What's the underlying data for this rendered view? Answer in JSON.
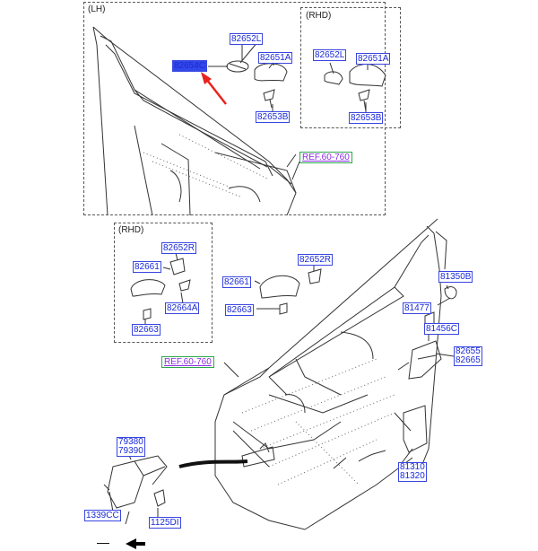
{
  "regions": {
    "lh": "(LH)",
    "rhd_top": "(RHD)",
    "rhd_left": "(RHD)"
  },
  "parts": {
    "p82652L_a": "82652L",
    "p82654C": "82654C",
    "p82651A_a": "82651A",
    "p82653B_a": "82653B",
    "p82652L_b": "82652L",
    "p82651A_b": "82651A",
    "p82653B_b": "82653B",
    "p82652R_a": "82652R",
    "p82661_a": "82661",
    "p82664A": "82664A",
    "p82663_a": "82663",
    "p82652R_b": "82652R",
    "p82661_b": "82661",
    "p82663_b": "82663",
    "p81350B": "81350B",
    "p81477": "81477",
    "p81456C": "81456C",
    "p82655": "82655",
    "p82665": "82665",
    "p79380": "79380",
    "p79390": "79390",
    "p81310": "81310",
    "p81320": "81320",
    "p1339CC": "1339CC",
    "p1125DI": "1125DI"
  },
  "refs": {
    "ref_top": "REF.60-760",
    "ref_mid": "REF.60-760"
  },
  "footer": {
    "symbol": "—"
  },
  "colors": {
    "part_text": "#1a2ad8",
    "part_border": "#3a46e0",
    "highlight_fill": "#3348e8",
    "pointer_arrow": "#e8231e",
    "ref_text": "#8a2be2",
    "ref_border": "#2aa84a"
  }
}
